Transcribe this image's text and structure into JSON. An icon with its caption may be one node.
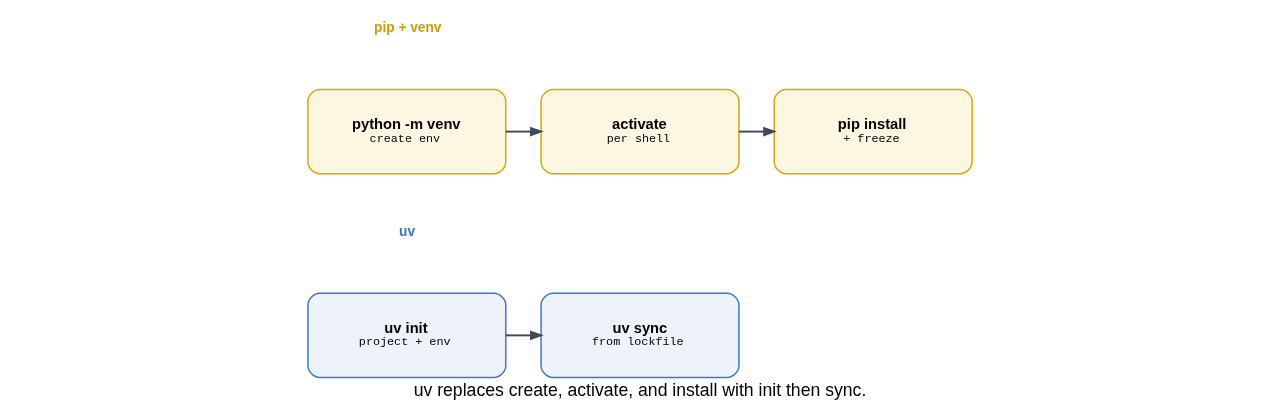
{
  "diagram": {
    "caption": "uv replaces create, activate, and install with init then sync.",
    "nodes": [
      {
        "text": [
          "python -m venv",
          "create env"
        ]
      },
      {
        "text": [
          "activate",
          "per shell"
        ]
      },
      {
        "text": [
          "pip install",
          "+ freeze"
        ]
      },
      {
        "text": [
          "uv init",
          "project + env"
        ]
      },
      {
        "text": [
          "uv sync",
          "from lockfile"
        ]
      }
    ],
    "edges": [
      {
        "from": 0,
        "to": 1,
        "arrow": "to"
      },
      {
        "from": 1,
        "to": 2,
        "arrow": "to"
      },
      {
        "from": 3,
        "to": 4,
        "arrow": "to"
      }
    ],
    "labels": [
      "pip + venv",
      "uv"
    ]
  }
}
